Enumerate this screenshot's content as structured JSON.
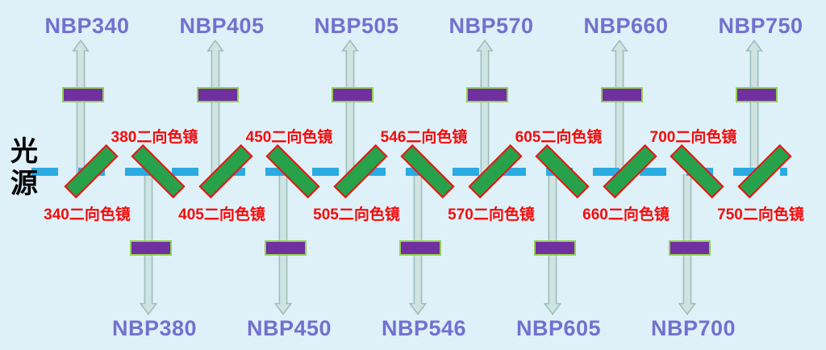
{
  "colors": {
    "background": "#dff1f8",
    "beam": "#2aabe2",
    "mirror_fill": "#27a24b",
    "mirror_border": "#f01212",
    "filter_fill": "#7030a0",
    "filter_border": "#92d050",
    "arrow_fill": "#cfe4e2",
    "arrow_border": "#9dbebd",
    "nbp_text": "#7171cf",
    "mirror_label_text": "#f40b0b",
    "source_text": "#000000"
  },
  "source": {
    "label": "光源"
  },
  "icons": {
    "up_arrow": "up-arrow",
    "down_arrow": "down-arrow"
  },
  "channels": [
    {
      "direction": "up",
      "nbp": "NBP340",
      "mirror_label": "340二向色镜"
    },
    {
      "direction": "down",
      "nbp": "NBP380",
      "mirror_label": "380二向色镜"
    },
    {
      "direction": "up",
      "nbp": "NBP405",
      "mirror_label": "405二向色镜"
    },
    {
      "direction": "down",
      "nbp": "NBP450",
      "mirror_label": "450二向色镜"
    },
    {
      "direction": "up",
      "nbp": "NBP505",
      "mirror_label": "505二向色镜"
    },
    {
      "direction": "down",
      "nbp": "NBP546",
      "mirror_label": "546二向色镜"
    },
    {
      "direction": "up",
      "nbp": "NBP570",
      "mirror_label": "570二向色镜"
    },
    {
      "direction": "down",
      "nbp": "NBP605",
      "mirror_label": "605二向色镜"
    },
    {
      "direction": "up",
      "nbp": "NBP660",
      "mirror_label": "660二向色镜"
    },
    {
      "direction": "down",
      "nbp": "NBP700",
      "mirror_label": "700二向色镜"
    },
    {
      "direction": "up",
      "nbp": "NBP750",
      "mirror_label": "750二向色镜"
    }
  ]
}
